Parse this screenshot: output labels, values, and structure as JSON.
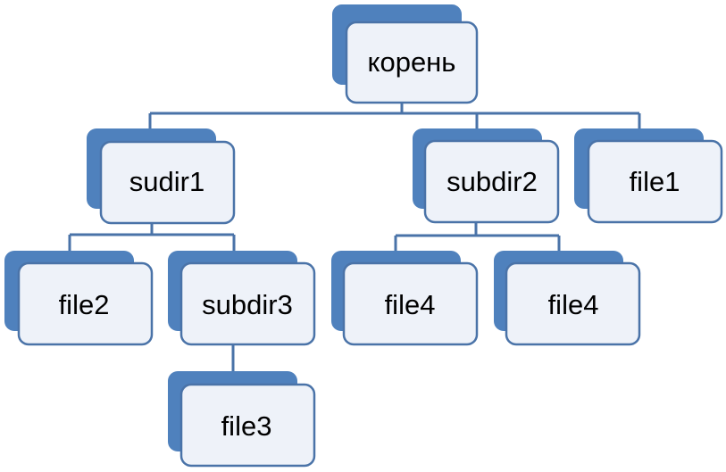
{
  "colors": {
    "node_back": "#4f81bd",
    "node_front": "#eef2f9",
    "node_border": "#4a73a8",
    "connector": "#4a73a8"
  },
  "tree": {
    "root": {
      "label": "корень"
    },
    "sudir1": {
      "label": "sudir1"
    },
    "subdir2": {
      "label": "subdir2"
    },
    "file1": {
      "label": "file1"
    },
    "file2": {
      "label": "file2"
    },
    "subdir3": {
      "label": "subdir3"
    },
    "file3": {
      "label": "file3"
    },
    "file4_a": {
      "label": "file4"
    },
    "file4_b": {
      "label": "file4"
    }
  }
}
